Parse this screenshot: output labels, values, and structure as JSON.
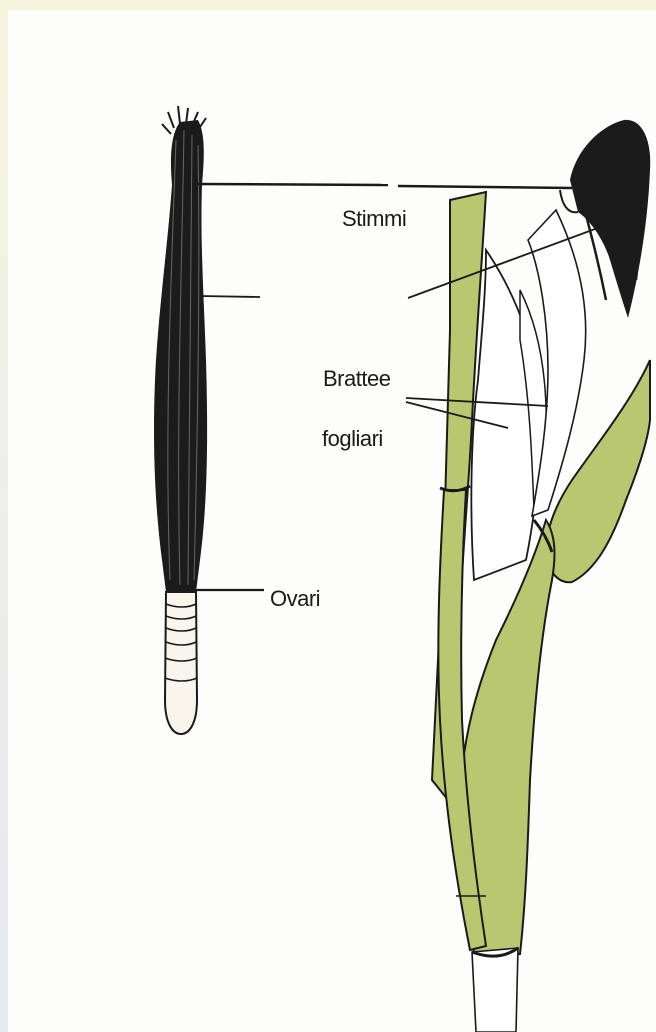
{
  "diagram": {
    "labels": {
      "stimmi": "Stimmi",
      "brattee": "Brattee",
      "fogliari": "fogliari",
      "ovari": "Ovari"
    }
  },
  "colors": {
    "leaf_fill": "#b9c870",
    "ink": "#1a1a1a",
    "paper": "#fdfdfb",
    "ovary_fill": "#f7f5ec"
  }
}
